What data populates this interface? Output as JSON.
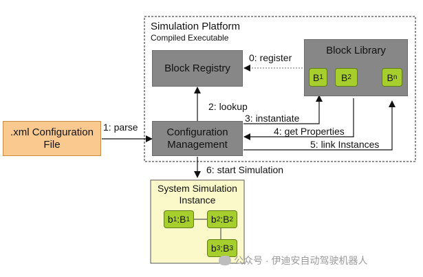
{
  "platform": {
    "title": "Simulation Platform",
    "subtitle": "Compiled Executable"
  },
  "blocks": {
    "registry": "Block Registry",
    "library": "Block Library",
    "config_mgmt_line1": "Configuration",
    "config_mgmt_line2": "Management",
    "xml_line1": ".xml Configuration",
    "xml_line2": "File"
  },
  "library_chips": [
    {
      "base": "B",
      "sub": "1"
    },
    {
      "base": "B",
      "sub": "2"
    },
    {
      "base": "B",
      "sub": "n"
    }
  ],
  "steps": {
    "s0": "0: register",
    "s1": "1: parse",
    "s2": "2: lookup",
    "s3": "3: instantiate",
    "s4": "4: get Properties",
    "s5": "5: link Instances",
    "s6": "6: start Simulation"
  },
  "instance": {
    "title_line1": "System Simulation",
    "title_line2": "Instance",
    "chips": [
      {
        "a": "b",
        "a_sub": "1",
        "b": "B",
        "b_sub": "1"
      },
      {
        "a": "b",
        "a_sub": "2",
        "b": "B",
        "b_sub": "2"
      },
      {
        "a": "b",
        "a_sub": "3",
        "b": "B",
        "b_sub": "3"
      }
    ]
  },
  "watermark": "公众号 · 伊迪安自动驾驶机器人",
  "colors": {
    "gray_block": "#878787",
    "green_chip": "#a6cf2e",
    "xml_fill": "#f9c98f",
    "instance_fill": "#fbf8c9",
    "arrow": "#111111"
  }
}
